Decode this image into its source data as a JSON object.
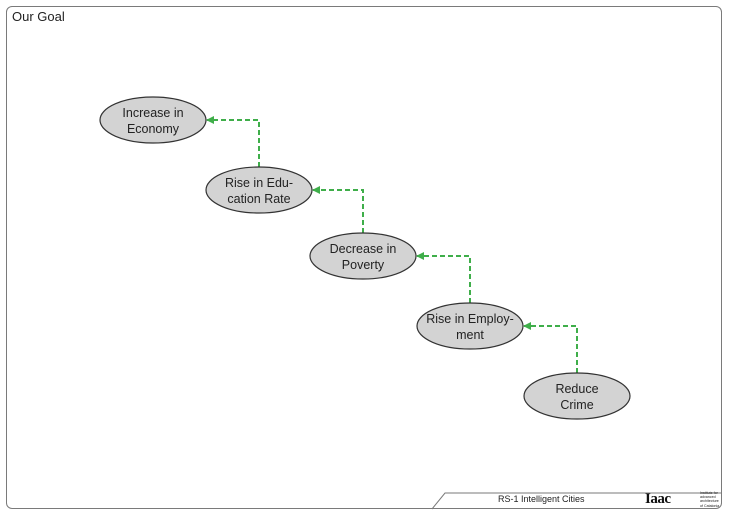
{
  "page": {
    "title": "Our Goal",
    "footer": "RS-1 Intelligent Cities",
    "logo_mark": "Iaac",
    "logo_text": [
      "Institute for",
      "advanced",
      "architecture",
      "of Catalonia"
    ]
  },
  "colors": {
    "arrow": "#3fae4a",
    "node_fill": "#d3d3d3",
    "node_stroke": "#333333"
  },
  "nodes": [
    {
      "id": "economy",
      "lines": [
        "Increase in",
        "Economy"
      ]
    },
    {
      "id": "education",
      "lines": [
        "Rise in Edu-",
        "cation Rate"
      ]
    },
    {
      "id": "poverty",
      "lines": [
        "Decrease in",
        "Poverty"
      ]
    },
    {
      "id": "employment",
      "lines": [
        "Rise in Employ-",
        "ment"
      ]
    },
    {
      "id": "crime",
      "lines": [
        "Reduce",
        "Crime"
      ]
    }
  ],
  "edges": [
    {
      "from": "education",
      "to": "economy"
    },
    {
      "from": "poverty",
      "to": "education"
    },
    {
      "from": "employment",
      "to": "poverty"
    },
    {
      "from": "crime",
      "to": "employment"
    }
  ]
}
